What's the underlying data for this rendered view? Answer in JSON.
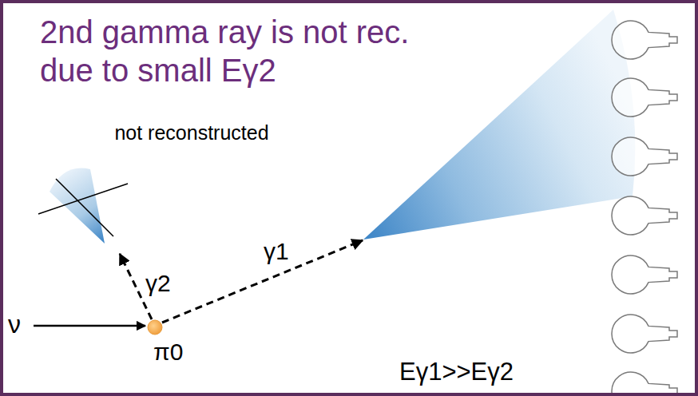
{
  "diagram": {
    "title": "2nd gamma ray is not rec. due to small Eγ2",
    "labels": [
      "not reconstructed",
      "γ2",
      "γ1",
      "ν",
      "π0",
      "Eγ1>>Eγ2"
    ]
  }
}
